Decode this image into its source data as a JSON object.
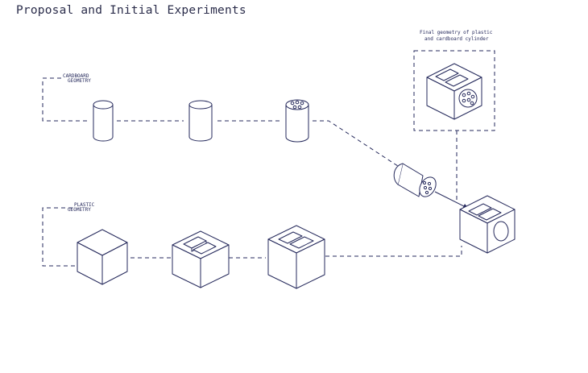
{
  "title": "Proposal and Initial Experiments",
  "labels": {
    "cardboard_line1": "CARDBOARD",
    "cardboard_line2": "GEOMETRY",
    "plastic_line1": "PLASTIC",
    "plastic_line2": "GEOMETRY",
    "final_line1": "Final geometry of plastic",
    "final_line2": "and cardboard cylinder"
  },
  "colors": {
    "ink": "#262a5c",
    "background": "#ffffff"
  }
}
